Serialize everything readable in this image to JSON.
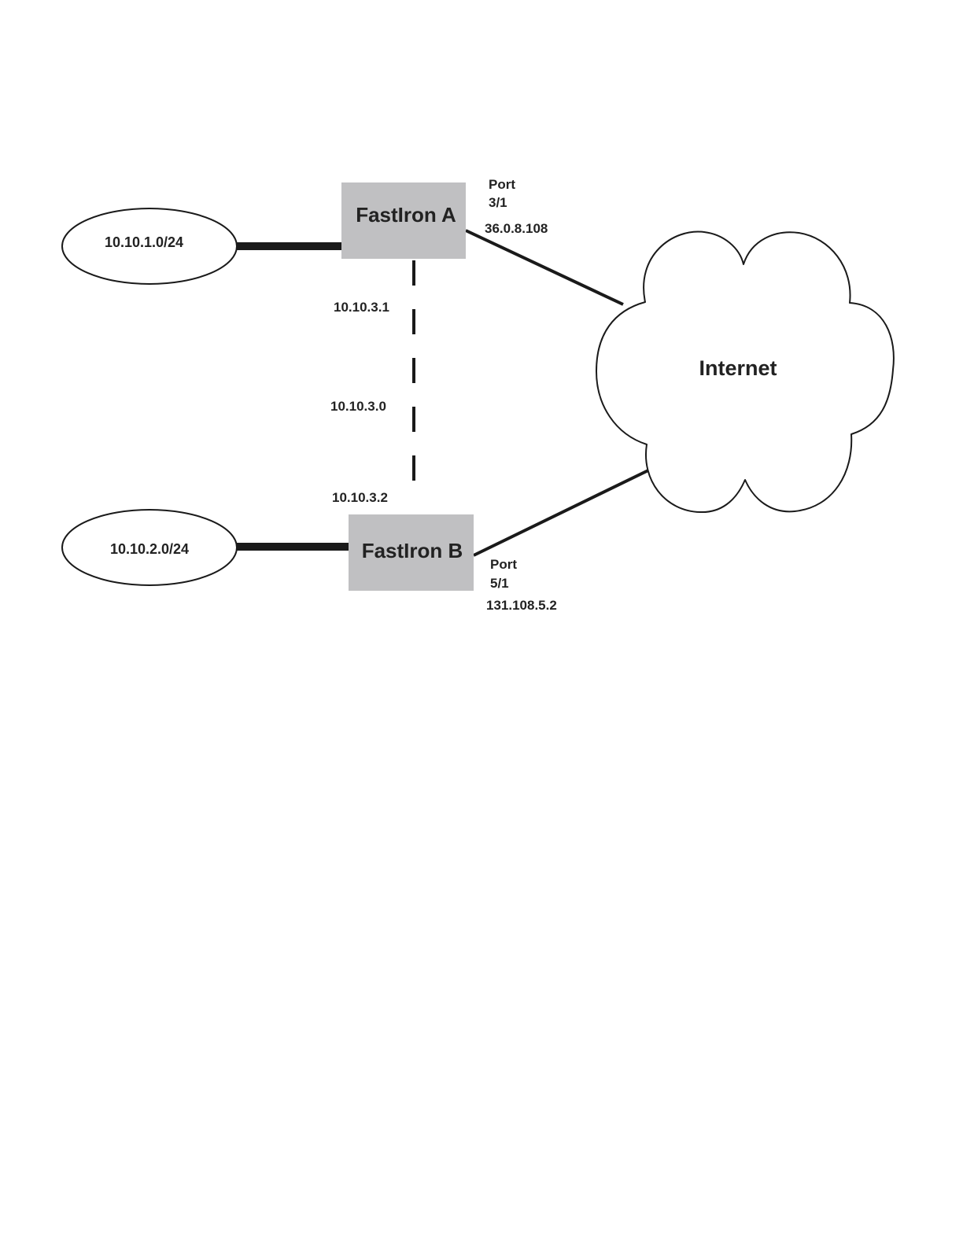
{
  "diagram": {
    "networks": {
      "net1": "10.10.1.0/24",
      "net2": "10.10.2.0/24"
    },
    "devices": {
      "a": "FastIron A",
      "b": "FastIron B"
    },
    "cloud": "Internet",
    "ports": {
      "a": {
        "word": "Port",
        "number": "3/1",
        "ip": "36.0.8.108"
      },
      "b": {
        "word": "Port",
        "number": "5/1",
        "ip": "131.108.5.2"
      }
    },
    "link_ab": {
      "ip_a": "10.10.3.1",
      "subnet": "10.10.3.0",
      "ip_b": "10.10.3.2"
    },
    "colors": {
      "device_fill": "#c0c0c2",
      "line": "#1a1a1a",
      "text": "#222222"
    }
  }
}
